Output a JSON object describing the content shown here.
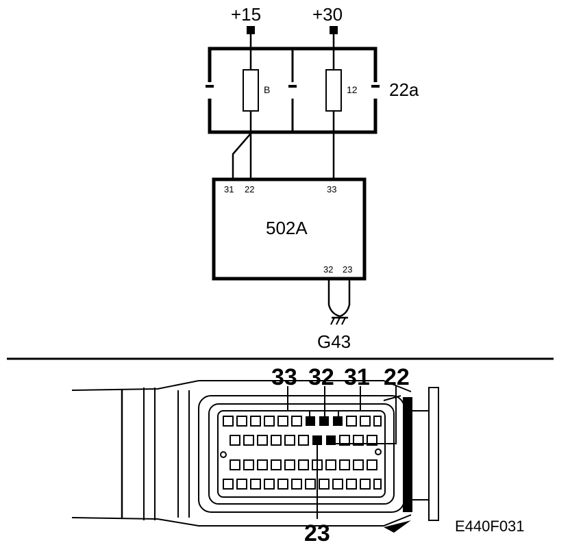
{
  "schematic": {
    "supply_left": "+15",
    "supply_right": "+30",
    "fuse_left": "B",
    "fuse_right": "12",
    "fuse_box": "22a",
    "module": "502A",
    "module_pins_top": [
      "31",
      "22",
      "33"
    ],
    "module_pins_bottom": [
      "32",
      "23"
    ],
    "ground": "G43"
  },
  "connector": {
    "pin_labels_top": [
      "33",
      "32",
      "31",
      "22"
    ],
    "pin_label_bottom": "23"
  },
  "figure_id": "E440F031"
}
